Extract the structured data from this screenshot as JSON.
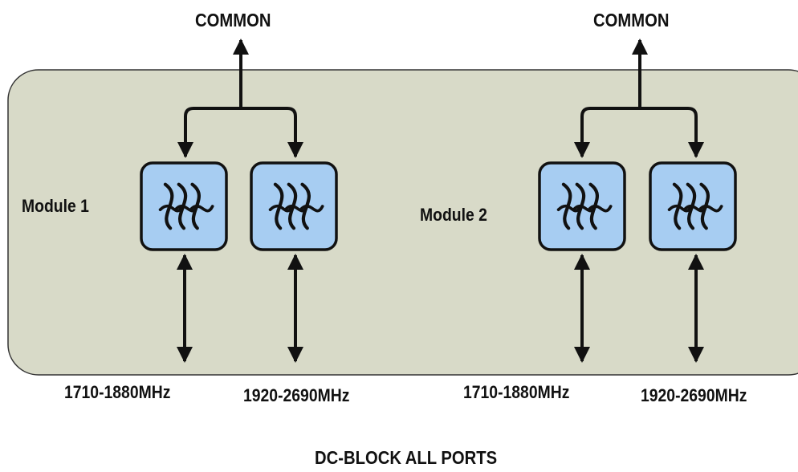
{
  "colors": {
    "module_panel": "#d8dac8",
    "module_border": "#333333",
    "filter_fill": "#a7cdf2",
    "filter_border": "#111111",
    "line": "#111111"
  },
  "modules": [
    {
      "label": "Module 1",
      "common_label": "COMMON",
      "filters": [
        {
          "icon": "bandpass-filter-icon",
          "band_label": "1710-1880MHz"
        },
        {
          "icon": "bandpass-filter-icon",
          "band_label": "1920-2690MHz"
        }
      ]
    },
    {
      "label": "Module 2",
      "common_label": "COMMON",
      "filters": [
        {
          "icon": "bandpass-filter-icon",
          "band_label": "1710-1880MHz"
        },
        {
          "icon": "bandpass-filter-icon",
          "band_label": "1920-2690MHz"
        }
      ]
    }
  ],
  "footer": "DC-BLOCK ALL PORTS"
}
